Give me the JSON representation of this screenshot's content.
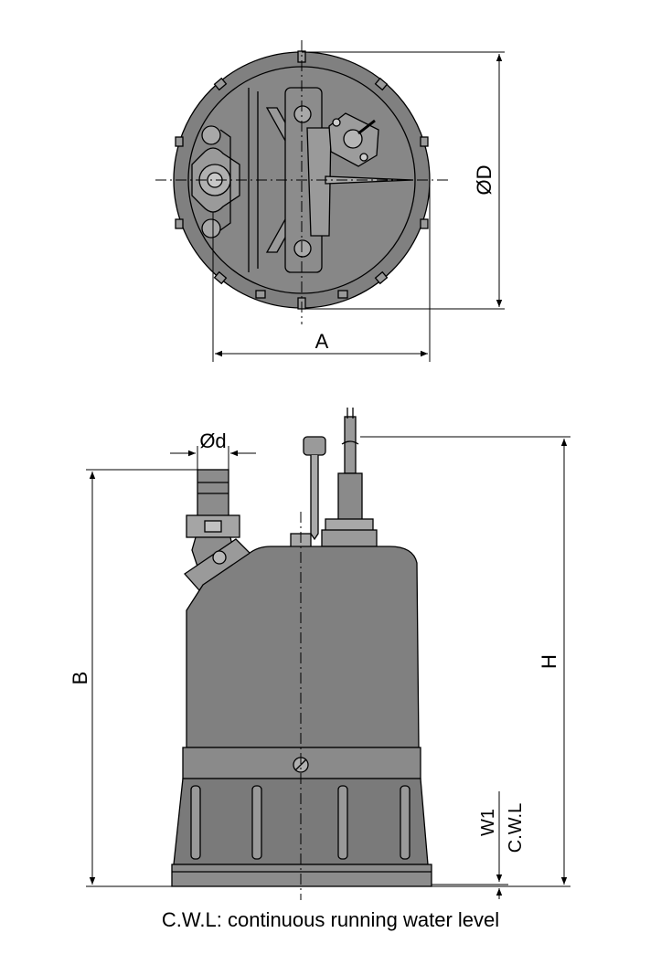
{
  "labels": {
    "outer_diameter": "ØD",
    "width": "A",
    "outlet_diameter": "Ød",
    "height_b": "B",
    "height_h": "H",
    "w1": "W1",
    "cwl": "C.W.L"
  },
  "caption": "C.W.L: continuous running water level",
  "colors": {
    "body_fill": "#808080",
    "line": "#000000",
    "background": "#ffffff"
  }
}
